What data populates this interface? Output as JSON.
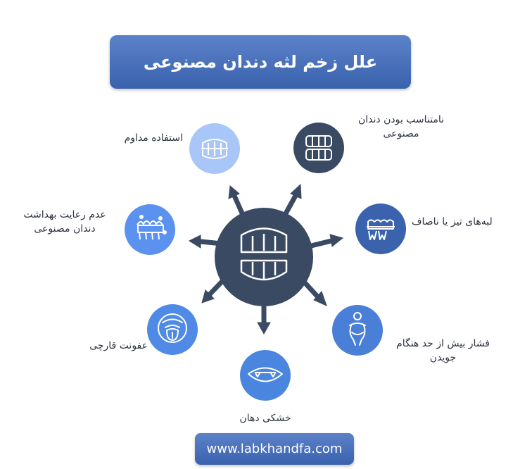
{
  "title": "علل زخم لثه دندان مصنوعی",
  "center": {
    "icon": "dentures-icon"
  },
  "causes": [
    {
      "label": "نامتناسب بودن دندان\nمصنوعی",
      "icon": "dentures-icon",
      "color": "#3a4a63"
    },
    {
      "label": "لبه‌های تیز یا ناصاف",
      "icon": "teeth-braces-icon",
      "color": "#3b63ad"
    },
    {
      "label": "فشار بیش از حد هنگام\nجویدن",
      "icon": "pressure-person-icon",
      "color": "#4a7fd8"
    },
    {
      "label": "خشکی دهان",
      "icon": "dry-mouth-icon",
      "color": "#4a86df"
    },
    {
      "label": "عفونت قارچی",
      "icon": "fungal-tongue-icon",
      "color": "#4f8ae6"
    },
    {
      "label": "عدم رعایت بهداشت\nدندان مصنوعی",
      "icon": "dirty-denture-icon",
      "color": "#5b92f0"
    },
    {
      "label": "استفاده مداوم",
      "icon": "denture-wear-icon",
      "color": "#a8c6f7"
    }
  ],
  "website": "www.labkhandfa.com",
  "colors": {
    "hub": "#3a4a63",
    "arrow": "#3a4a63",
    "title_bg": "#4a72bb"
  }
}
